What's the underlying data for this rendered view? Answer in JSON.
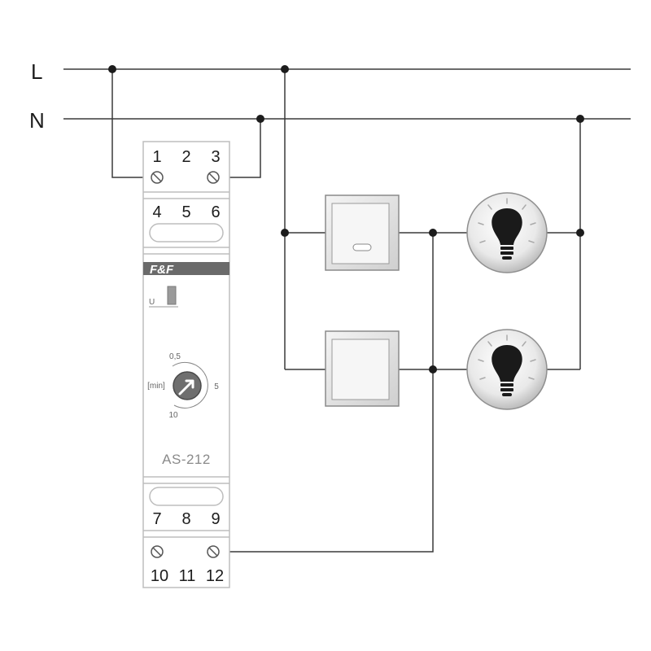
{
  "lines": {
    "live": "L",
    "neutral": "N"
  },
  "relay": {
    "brand": "F&F",
    "model": "AS-212",
    "indicator_label": "U",
    "terminals_top_row1": [
      "1",
      "2",
      "3"
    ],
    "terminals_top_row2": [
      "4",
      "5",
      "6"
    ],
    "terminals_bottom_row1": [
      "7",
      "8",
      "9"
    ],
    "terminals_bottom_row2": [
      "10",
      "11",
      "12"
    ],
    "dial": {
      "unit": "[min]",
      "mark_top": "0,5",
      "mark_right": "5",
      "mark_bottom": "10"
    }
  },
  "colors": {
    "wire": "#3a3a3a",
    "brand_bar": "#6a6a6a",
    "module_border": "#bdbdbd"
  },
  "icons": [
    "lightbulb-icon",
    "pushbutton-icon"
  ]
}
